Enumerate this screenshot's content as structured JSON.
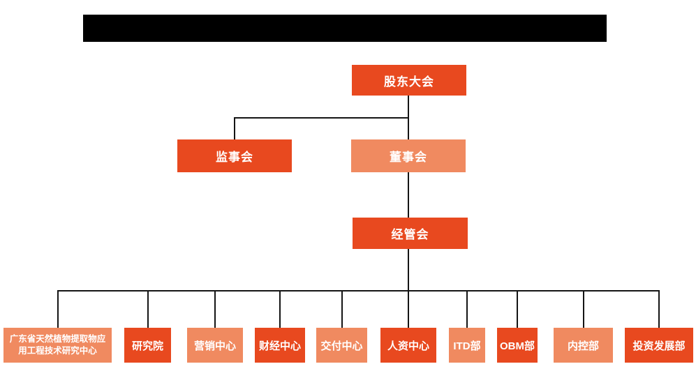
{
  "colors": {
    "primary": "#e8491f",
    "secondary": "#f08a60",
    "line": "#141414",
    "title_bar": "#000000",
    "node_text": "#ffffff",
    "background": "#ffffff"
  },
  "org": {
    "title_bar": {
      "redacted": true,
      "text": ""
    },
    "top": {
      "label": "股东大会",
      "variant": "primary"
    },
    "second": [
      {
        "label": "监事会",
        "variant": "primary"
      },
      {
        "label": "董事会",
        "variant": "secondary"
      }
    ],
    "third": {
      "label": "经管会",
      "variant": "primary"
    },
    "departments": [
      {
        "id": "guangdong-plant-extract-research-center",
        "label": "广东省天然植物提取物应用工程技术研究中心",
        "variant": "secondary"
      },
      {
        "id": "research-institute",
        "label": "研究院",
        "variant": "primary"
      },
      {
        "id": "marketing-center",
        "label": "营销中心",
        "variant": "secondary"
      },
      {
        "id": "finance-center",
        "label": "财经中心",
        "variant": "primary"
      },
      {
        "id": "delivery-center",
        "label": "交付中心",
        "variant": "secondary"
      },
      {
        "id": "hr-center",
        "label": "人资中心",
        "variant": "primary"
      },
      {
        "id": "itd-dept",
        "label": "ITD部",
        "variant": "secondary"
      },
      {
        "id": "obm-dept",
        "label": "OBM部",
        "variant": "primary"
      },
      {
        "id": "internal-control-dept",
        "label": "内控部",
        "variant": "secondary"
      },
      {
        "id": "investment-development-dept",
        "label": "投资发展部",
        "variant": "primary"
      }
    ]
  }
}
